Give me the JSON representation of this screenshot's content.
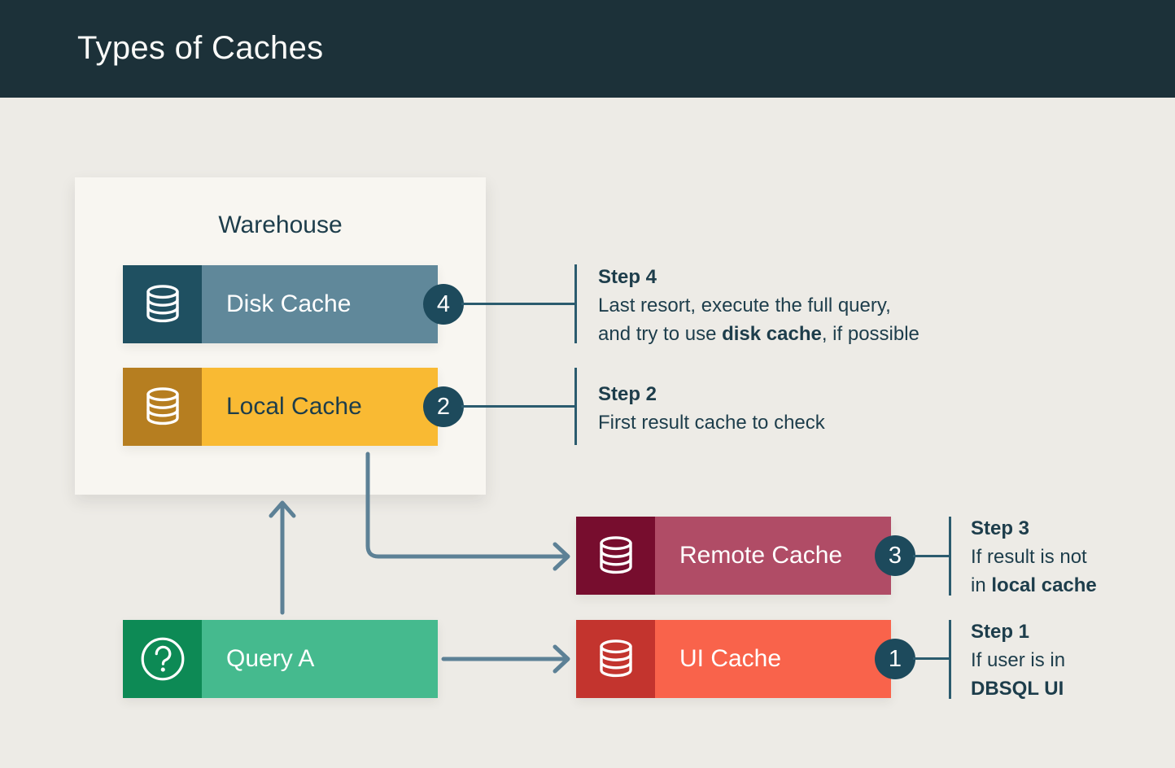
{
  "header": {
    "title": "Types of Caches"
  },
  "warehouse": {
    "label": "Warehouse"
  },
  "nodes": {
    "disk": {
      "label": "Disk Cache",
      "badge": "4",
      "icon": "database-icon"
    },
    "local": {
      "label": "Local Cache",
      "badge": "2",
      "icon": "database-icon"
    },
    "remote": {
      "label": "Remote Cache",
      "badge": "3",
      "icon": "database-icon"
    },
    "ui": {
      "label": "UI Cache",
      "badge": "1",
      "icon": "database-icon"
    },
    "query": {
      "label": "Query A",
      "icon": "question-icon"
    }
  },
  "steps": {
    "step4": {
      "title": "Step 4",
      "line1": "Last resort, execute the full query,",
      "line2_pre": "and try to use ",
      "line2_bold": "disk cache",
      "line2_post": ", if possible"
    },
    "step2": {
      "title": "Step 2",
      "line1": "First result cache to check"
    },
    "step3": {
      "title": "Step 3",
      "line1": "If result is not",
      "line2_pre": "in ",
      "line2_bold": "local cache",
      "line2_post": ""
    },
    "step1": {
      "title": "Step 1",
      "line1": "If user is in",
      "line2_pre": "",
      "line2_bold": "DBSQL UI",
      "line2_post": ""
    }
  },
  "colors": {
    "header_bg": "#1c3139",
    "page_bg": "#edebe6",
    "warehouse_bg": "#f8f6f1",
    "disk_dark": "#1f5061",
    "disk_light": "#60889a",
    "local_dark": "#b67e20",
    "local_light": "#f9ba33",
    "remote_dark": "#770d2e",
    "remote_light": "#b04c66",
    "ui_dark": "#c3342e",
    "ui_light": "#f9634b",
    "query_dark": "#0d8a55",
    "query_light": "#45ba8e",
    "badge_bg": "#1d4a5c",
    "connector": "#2b5b6e",
    "arrow": "#5d8196",
    "text_dark": "#1d3d4b",
    "text_light": "#ffffff"
  }
}
